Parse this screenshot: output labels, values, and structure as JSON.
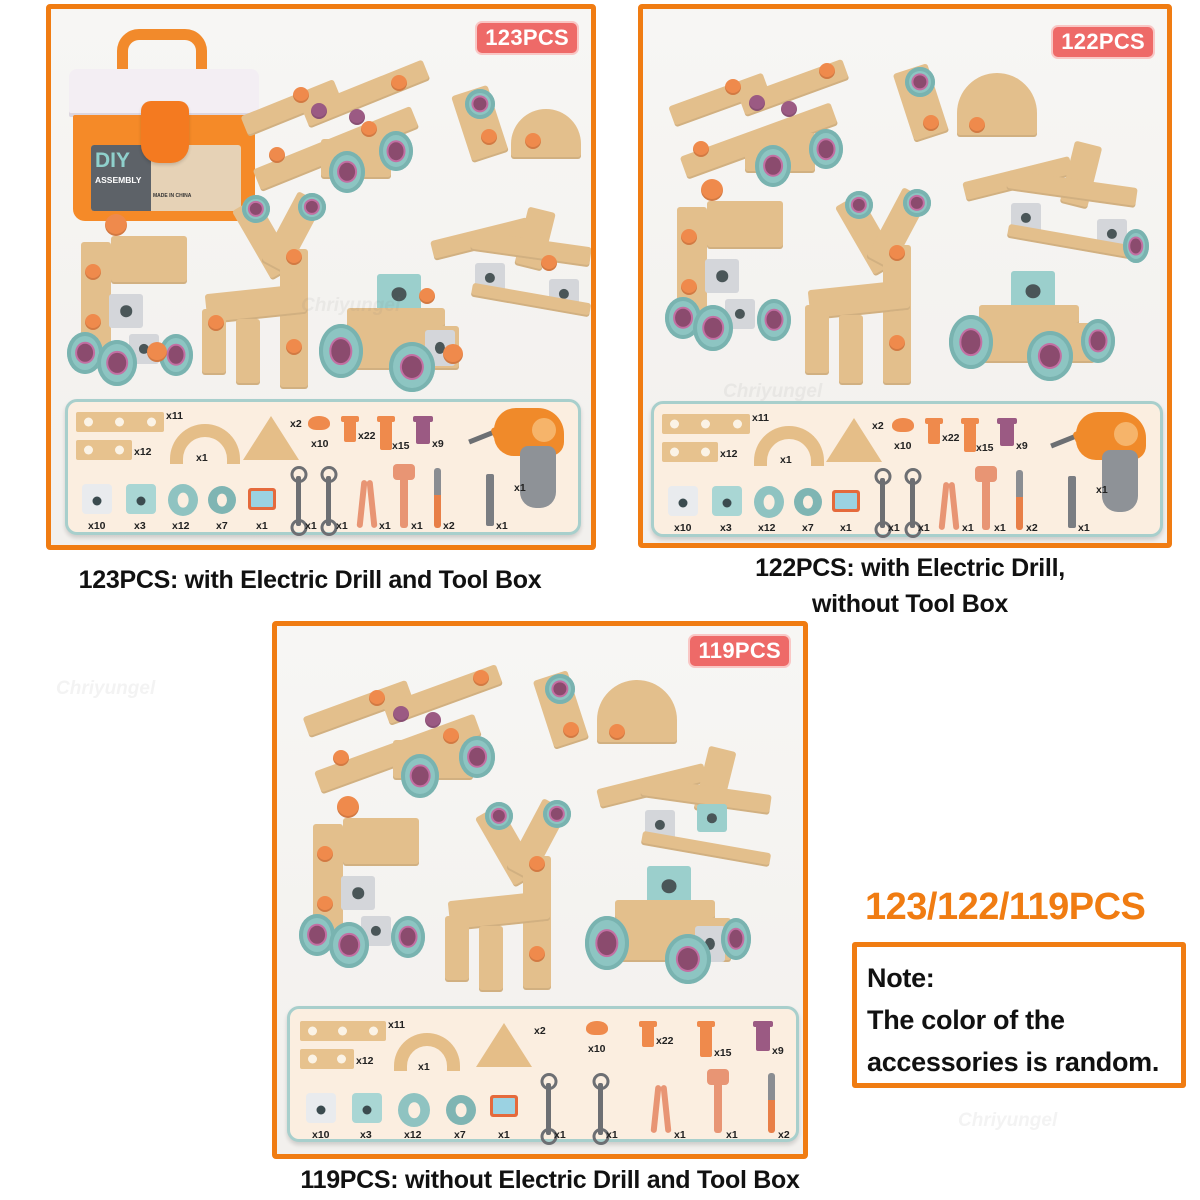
{
  "options": [
    {
      "badge": "123PCS",
      "caption_lines": [
        "123PCS: with Electric Drill and Tool Box"
      ],
      "includes_tool_box": true,
      "includes_electric_drill": true,
      "tool_box": {
        "brand_text": "DIY",
        "sub_text": "ASSEMBLY",
        "made_in": "MADE IN CHINA"
      }
    },
    {
      "badge": "122PCS",
      "caption_lines": [
        "122PCS: with Electric Drill,",
        "without Tool Box"
      ],
      "includes_tool_box": false,
      "includes_electric_drill": true
    },
    {
      "badge": "119PCS",
      "caption_lines": [
        "119PCS: without Electric Drill and Tool Box"
      ],
      "includes_tool_box": false,
      "includes_electric_drill": false
    }
  ],
  "parts": {
    "long_plank": "x11",
    "short_plank": "x12",
    "arch_plate": "x1",
    "triangle_plate": "x2",
    "flange_nut": "x10",
    "short_bolt": "x22",
    "long_bolt": "x15",
    "purple_bolt": "x9",
    "white_cube": "x10",
    "teal_cube": "x3",
    "wheel_tire": "x12",
    "washer": "x7",
    "instruction_card": "x1",
    "open_wrench": "x1",
    "ring_wrench": "x1",
    "pliers": "x1",
    "adjustable_wrench": "x1",
    "screwdriver": "x2",
    "flat_screwdriver": "x1",
    "electric_drill": "x1"
  },
  "summary": {
    "heading": "123/122/119PCS",
    "note_lines": [
      "Note:",
      "The color of the",
      "accessories is random."
    ]
  },
  "watermark": "Chriyungel",
  "colors": {
    "frame_orange": "#f07c12",
    "badge_red": "#ee6a68",
    "wood": "#e3bf8c",
    "teal": "#8dc5c2",
    "bolt_orange": "#ef8a4c",
    "bolt_purple": "#9b5a83"
  }
}
